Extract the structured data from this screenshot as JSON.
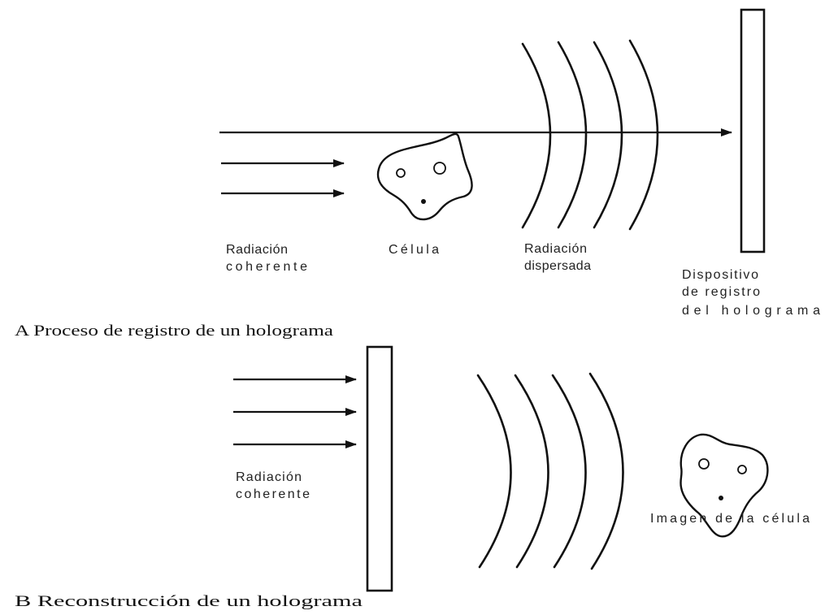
{
  "part_a": {
    "incident_label": [
      "Radiación",
      "coherente"
    ],
    "cell_label": "Célula",
    "scattered_label": [
      "Radiación",
      "dispersada"
    ],
    "recording_device_label": [
      "Dispositivo",
      "de registro",
      "del holograma"
    ],
    "caption": "A Proceso de registro de un holograma"
  },
  "part_b": {
    "incident_label": [
      "Radiación",
      "coherente"
    ],
    "cell_image_label": "Imagen de la célula",
    "caption": "B Reconstrucción de un holograma"
  }
}
